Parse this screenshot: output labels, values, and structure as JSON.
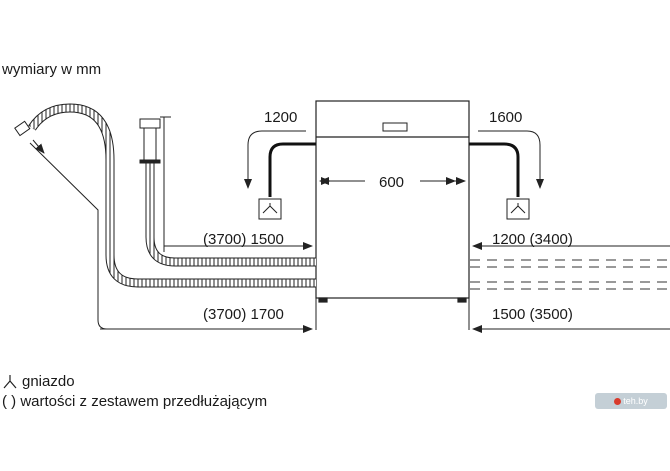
{
  "title": "wymiary w mm",
  "dimensions": {
    "left_drain": "1200",
    "right_drain": "1600",
    "width": "600",
    "left_upper_hose": "(3700) 1500",
    "left_lower_hose": "(3700) 1700",
    "right_upper_hose": "1200 (3400)",
    "right_lower_hose": "1500 (3500)"
  },
  "legend": {
    "socket_label": "gniazdo",
    "bracket_symbol": "( )",
    "bracket_label": "wartości z zestawem przedłużającym"
  },
  "watermark": {
    "text": "teh.by",
    "accent_color": "#d93a2b"
  },
  "icons": [
    "socket-icon",
    "drain-siphon-icon",
    "hose-tap-icon",
    "arrow-icon"
  ]
}
